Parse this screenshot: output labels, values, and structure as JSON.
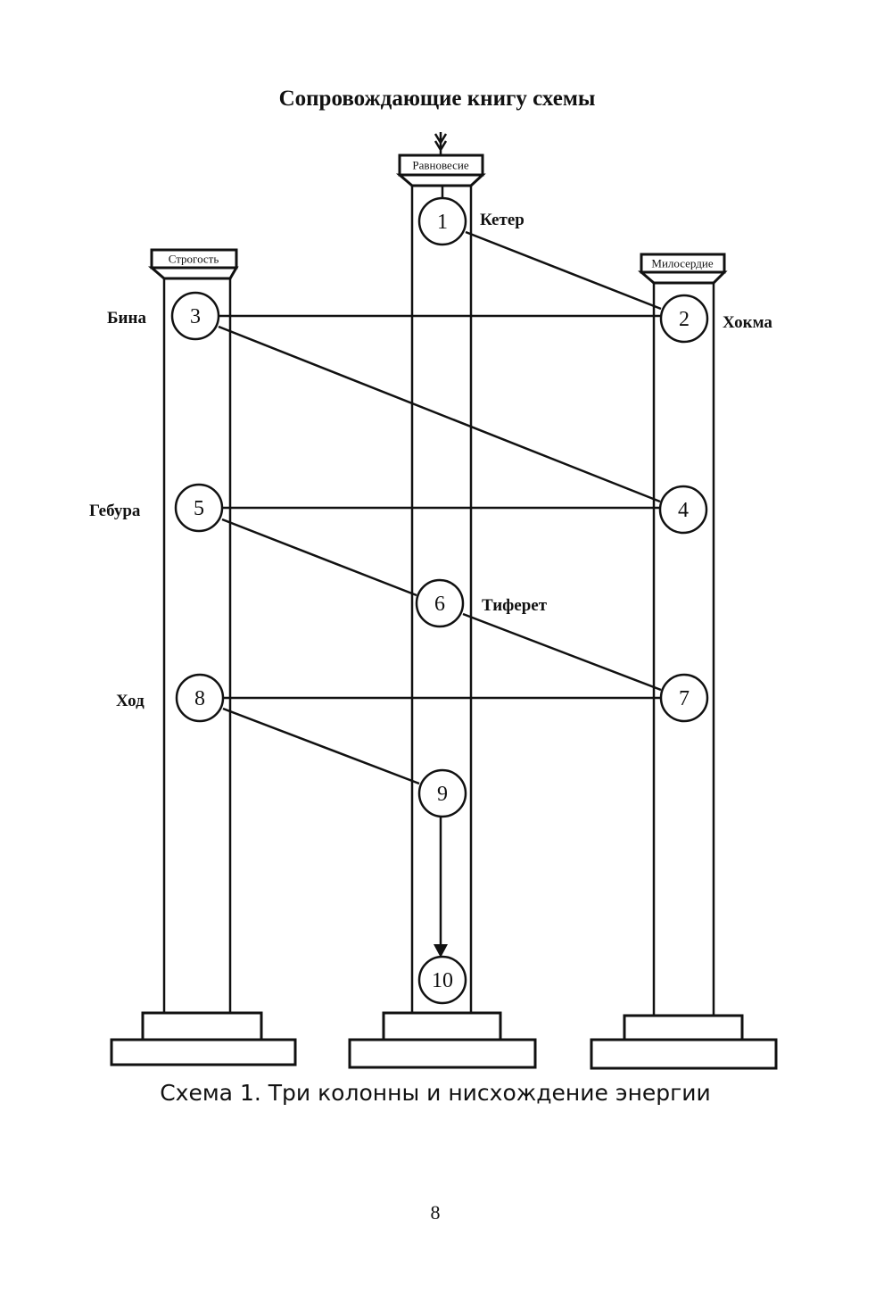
{
  "page": {
    "title": "Сопровождающие книгу схемы",
    "caption": "Схема 1. Три колонны и нисхождение энергии",
    "page_number": "8"
  },
  "columns": {
    "left": "Строгость",
    "center": "Равновесие",
    "right": "Милосердие"
  },
  "nodes": {
    "n1": {
      "number": "1",
      "label": "Кетер"
    },
    "n2": {
      "number": "2",
      "label": "Хокма"
    },
    "n3": {
      "number": "3",
      "label": "Бина"
    },
    "n4": {
      "number": "4"
    },
    "n5": {
      "number": "5",
      "label": "Гебура"
    },
    "n6": {
      "number": "6",
      "label": "Тиферет"
    },
    "n7": {
      "number": "7"
    },
    "n8": {
      "number": "8",
      "label": "Ход"
    },
    "n9": {
      "number": "9"
    },
    "n10": {
      "number": "10"
    }
  },
  "edges": [
    [
      "1",
      "2"
    ],
    [
      "3",
      "2"
    ],
    [
      "3",
      "4"
    ],
    [
      "5",
      "4"
    ],
    [
      "5",
      "6"
    ],
    [
      "6",
      "7"
    ],
    [
      "8",
      "7"
    ],
    [
      "8",
      "9"
    ],
    [
      "9",
      "10"
    ]
  ]
}
